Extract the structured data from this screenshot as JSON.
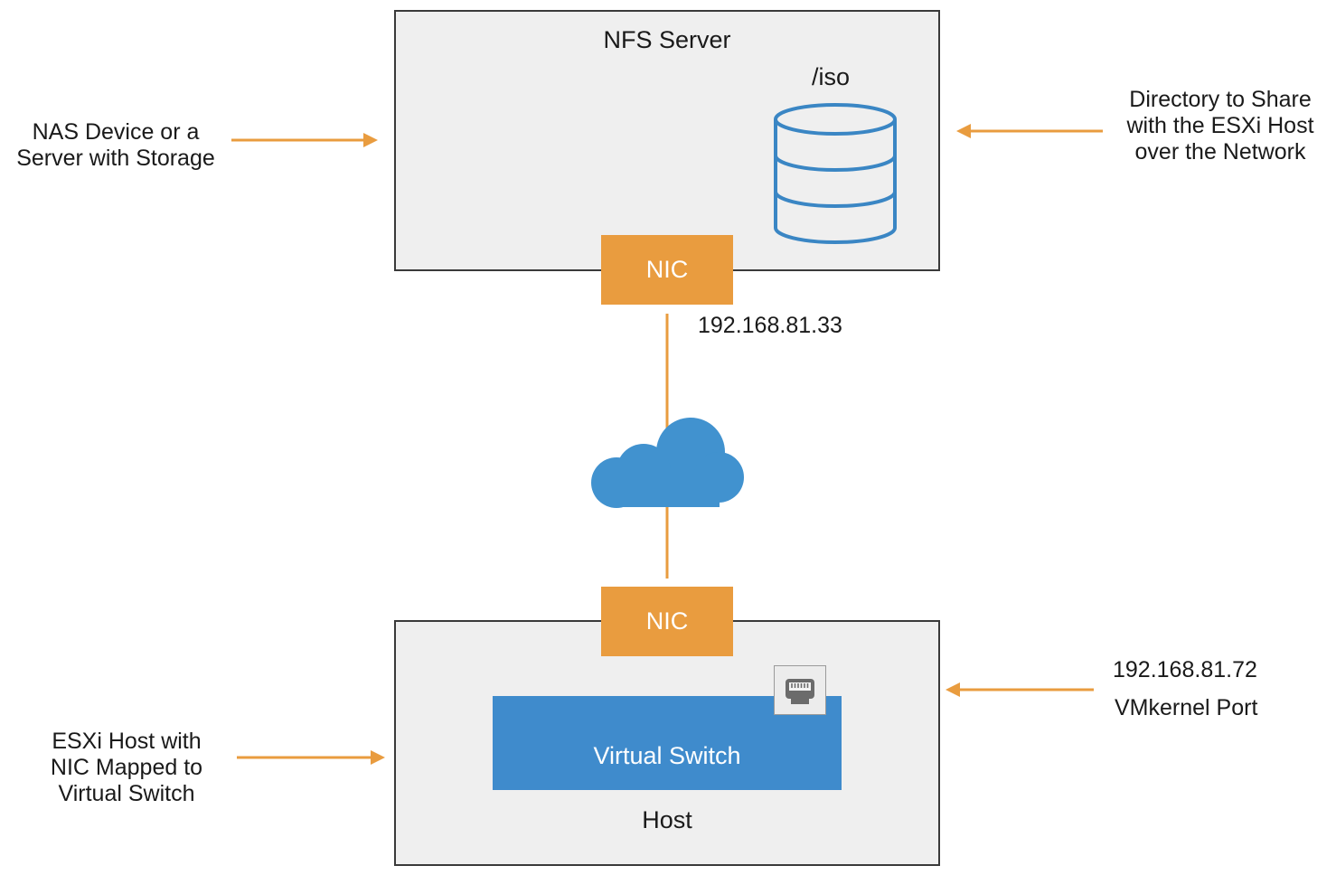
{
  "nfs_server": {
    "title": "NFS Server",
    "share_path": "/iso",
    "nic_label": "NIC",
    "ip": "192.168.81.33"
  },
  "host": {
    "title": "Host",
    "nic_label": "NIC",
    "virtual_switch_label": "Virtual Switch",
    "vmkernel_ip": "192.168.81.72",
    "vmkernel_label": "VMkernel Port"
  },
  "callouts": {
    "nas_device": "NAS Device or a\nServer with Storage",
    "directory_share": "Directory to Share\nwith the ESXi Host\nover the Network",
    "esxi_host": "ESXi Host with\nNIC Mapped to\nVirtual Switch"
  },
  "colors": {
    "accent_orange": "#e99c3f",
    "switch_blue": "#3f8bcc",
    "cloud_blue": "#4192cf",
    "storage_blue": "#3a86c4",
    "box_fill": "#efefef"
  },
  "icons": [
    "database-icon",
    "cloud-icon",
    "network-port-icon",
    "arrow-right-icon",
    "arrow-left-icon"
  ]
}
